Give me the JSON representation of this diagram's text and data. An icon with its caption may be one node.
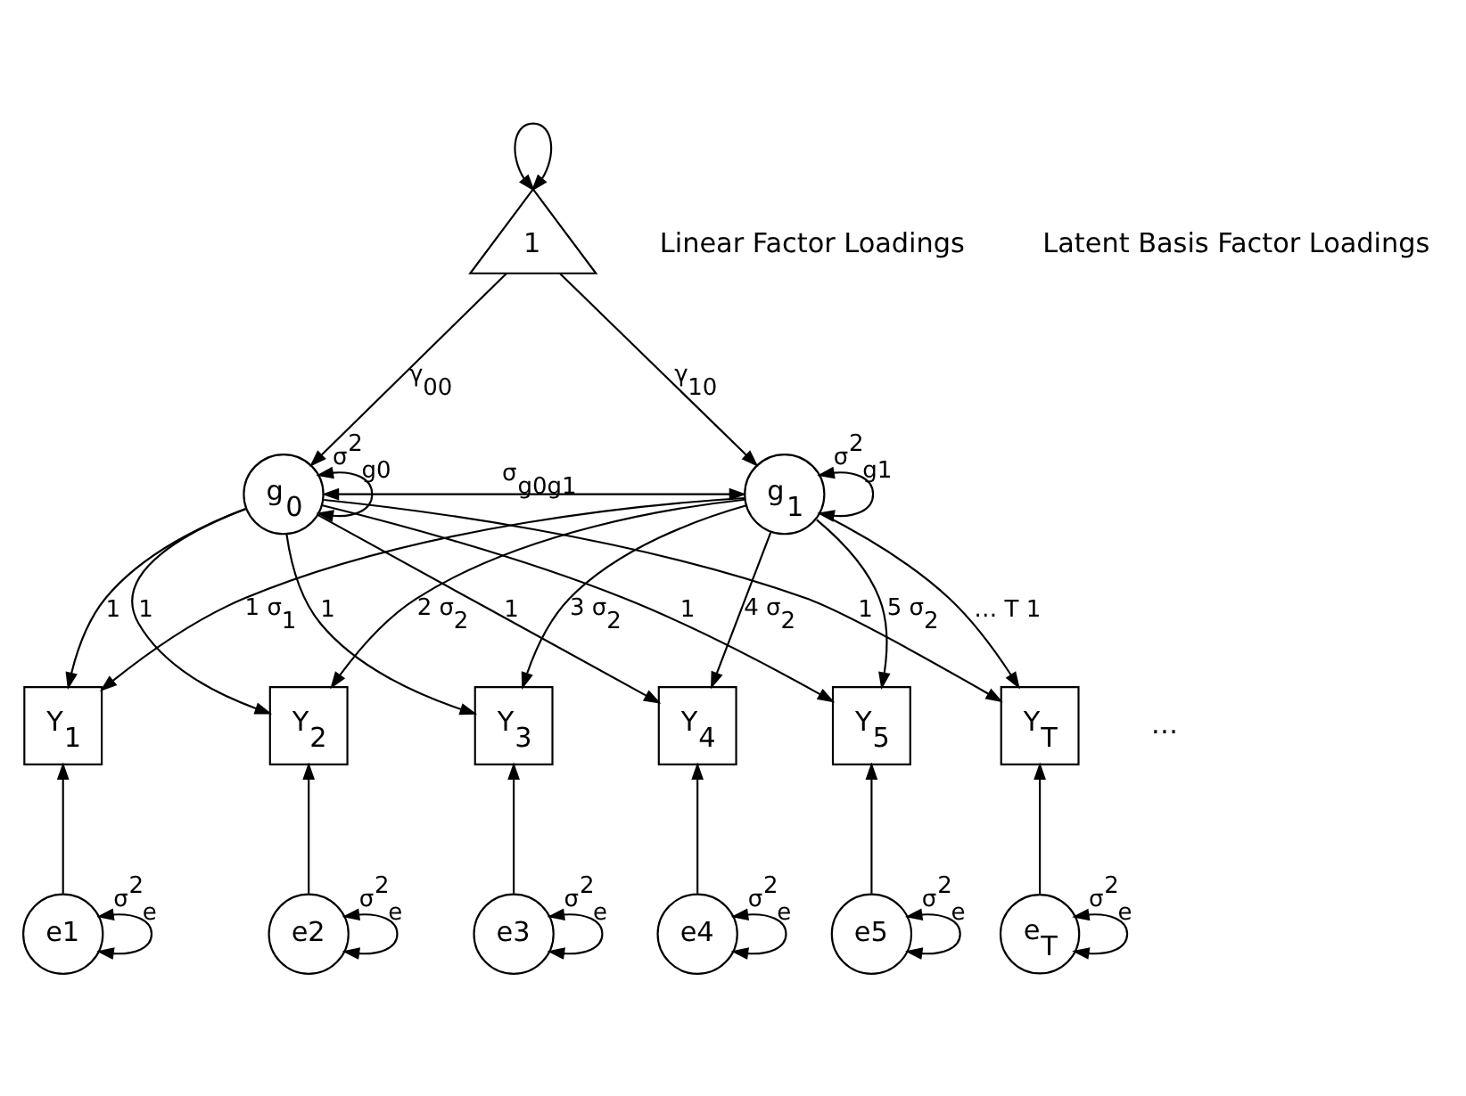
{
  "diagram": {
    "nodes": [
      {
        "text": [
          "1"
        ]
      },
      {
        "text": [
          "g$_{0}$"
        ]
      },
      {
        "text": [
          "g$_{1}$"
        ]
      },
      {
        "text": [
          "Y$_{1}$"
        ]
      },
      {
        "text": [
          "Y$_{2}$"
        ]
      },
      {
        "text": [
          "Y$_{3}$"
        ]
      },
      {
        "text": [
          "Y$_{4}$"
        ]
      },
      {
        "text": [
          "Y$_{5}$"
        ]
      },
      {
        "text": [
          "Y$_{T}$"
        ]
      },
      {
        "text": [
          "e1"
        ]
      },
      {
        "text": [
          "e2"
        ]
      },
      {
        "text": [
          "e3"
        ]
      },
      {
        "text": [
          "e4"
        ]
      },
      {
        "text": [
          "e5"
        ]
      },
      {
        "text": [
          "e$_{T}$"
        ]
      }
    ],
    "edges": [
      {
        "from": 0,
        "to": 0,
        "arrow": "both"
      },
      {
        "from": 0,
        "to": 1,
        "arrow": "to",
        "label": "γ$_{00}$"
      },
      {
        "from": 0,
        "to": 2,
        "arrow": "to",
        "label": "γ$_{10}$"
      },
      {
        "from": 1,
        "to": 2,
        "arrow": "both",
        "label": "σ$_{g0g1}$"
      },
      {
        "from": 1,
        "to": 1,
        "arrow": "both",
        "label": "σ$^{2}$$_{g0}$"
      },
      {
        "from": 2,
        "to": 2,
        "arrow": "both",
        "label": "σ$^{2}$$_{g1}$"
      },
      {
        "from": 1,
        "to": 3,
        "arrow": "to",
        "label": "1"
      },
      {
        "from": 1,
        "to": 4,
        "arrow": "to",
        "label": "1"
      },
      {
        "from": 1,
        "to": 5,
        "arrow": "to",
        "label": "1"
      },
      {
        "from": 1,
        "to": 6,
        "arrow": "to",
        "label": "1"
      },
      {
        "from": 1,
        "to": 7,
        "arrow": "to",
        "label": "1"
      },
      {
        "from": 1,
        "to": 8,
        "arrow": "to",
        "label": "1"
      },
      {
        "from": 2,
        "to": 3,
        "arrow": "to",
        "label": "1 σ$_{1}$"
      },
      {
        "from": 2,
        "to": 4,
        "arrow": "to",
        "label": "2 σ$_{2}$"
      },
      {
        "from": 2,
        "to": 5,
        "arrow": "to",
        "label": "3 σ$_{2}$"
      },
      {
        "from": 2,
        "to": 6,
        "arrow": "to",
        "label": "4 σ$_{2}$"
      },
      {
        "from": 2,
        "to": 7,
        "arrow": "to",
        "label": "5 σ$_{2}$"
      },
      {
        "from": 2,
        "to": 8,
        "arrow": "to",
        "label": "… T 1"
      },
      {
        "from": 9,
        "to": 3,
        "arrow": "to"
      },
      {
        "from": 10,
        "to": 4,
        "arrow": "to"
      },
      {
        "from": 11,
        "to": 5,
        "arrow": "to"
      },
      {
        "from": 12,
        "to": 6,
        "arrow": "to"
      },
      {
        "from": 13,
        "to": 7,
        "arrow": "to"
      },
      {
        "from": 14,
        "to": 8,
        "arrow": "to"
      },
      {
        "from": 9,
        "to": 9,
        "arrow": "both",
        "label": "σ$^{2}$$_{e}$"
      },
      {
        "from": 10,
        "to": 10,
        "arrow": "both",
        "label": "σ$^{2}$$_{e}$"
      },
      {
        "from": 11,
        "to": 11,
        "arrow": "both",
        "label": "σ$^{2}$$_{e}$"
      },
      {
        "from": 12,
        "to": 12,
        "arrow": "both",
        "label": "σ$^{2}$$_{e}$"
      },
      {
        "from": 13,
        "to": 13,
        "arrow": "both",
        "label": "σ$^{2}$$_{e}$"
      },
      {
        "from": 14,
        "to": 14,
        "arrow": "both",
        "label": "σ$^{2}$$_{e}$"
      }
    ],
    "labels": [
      "Linear Factor Loadings",
      "Latent Basis Factor Loadings",
      "…"
    ]
  }
}
